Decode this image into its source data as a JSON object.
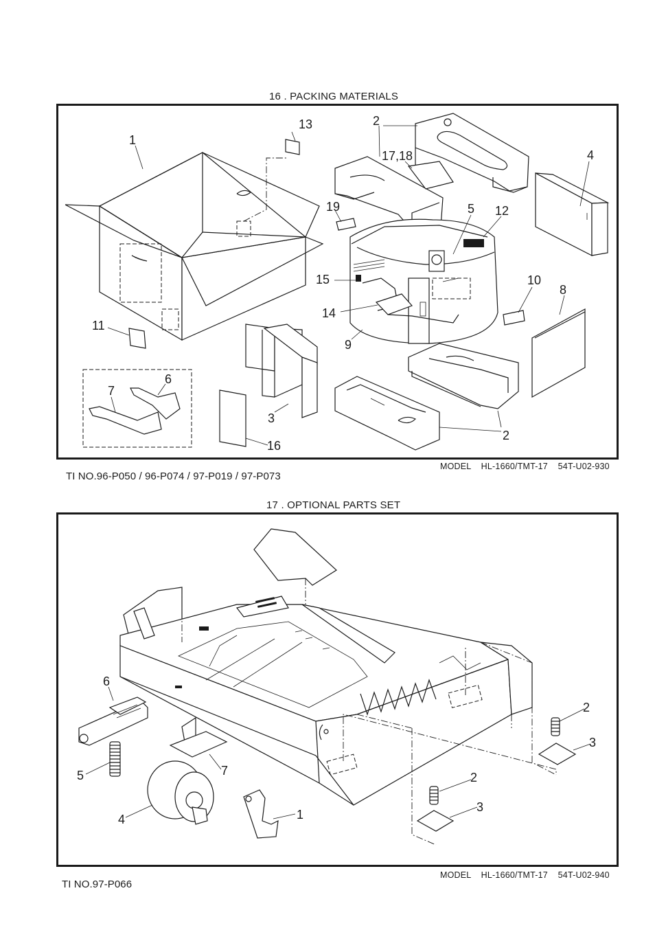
{
  "sections": [
    {
      "title": "16 . PACKING MATERIALS",
      "model": "MODEL    HL-1660/TMT-17    54T-U02-930",
      "ti": "TI NO.96-P050 / 96-P074 / 97-P019 / 97-P073",
      "callouts": [
        "1",
        "2",
        "2",
        "3",
        "4",
        "5",
        "6",
        "7",
        "8",
        "9",
        "10",
        "11",
        "12",
        "13",
        "14",
        "15",
        "16",
        "17,18",
        "19"
      ]
    },
    {
      "title": "17 . OPTIONAL PARTS SET",
      "model": "MODEL    HL-1660/TMT-17    54T-U02-940",
      "ti": "TI NO.97-P066",
      "callouts": [
        "1",
        "2",
        "2",
        "3",
        "3",
        "4",
        "5",
        "6",
        "7"
      ]
    }
  ]
}
